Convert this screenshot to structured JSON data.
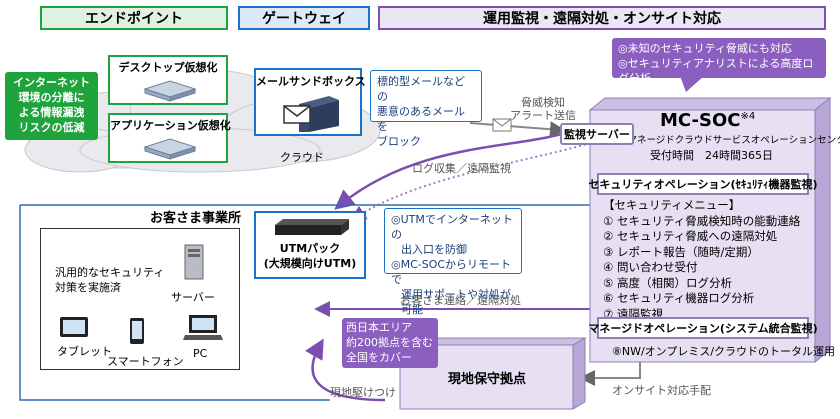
{
  "headers": {
    "endpoint": "エンドポイント",
    "gateway": "ゲートウェイ",
    "operations": "運用監視・遠隔対処・オンサイト対応"
  },
  "endpoint": {
    "desktop_virt": "デスクトップ仮想化",
    "app_virt": "アプリケーション仮想化",
    "isolation_note": [
      "インターネット",
      "環境の分離に",
      "よる情報漏洩",
      "リスクの低減"
    ]
  },
  "gateway": {
    "mail_sandbox": "メールサンドボックス",
    "mail_note": [
      "標的型メールなどの",
      "悪意のあるメールを",
      "ブロック"
    ]
  },
  "cloud_label": "クラウド",
  "threat_detect": [
    "脅威検知",
    "アラート送信"
  ],
  "log_collect": "ログ収集／遠隔監視",
  "customer_contact": "お客さま連絡／遠隔対処",
  "onsite_request": "オンサイト対応手配",
  "rush_onsite": "現地駆けつけ",
  "soc_features": [
    "◎未知のセキュリティ脅威にも対応",
    "◎セキュリティアナリストによる高度ログ分析"
  ],
  "soc": {
    "title": "MC-SOC",
    "note_mark": "※4",
    "subtitle": "（マネージドクラウドサービスオペレーションセンタ）",
    "hours": "受付時間　24時間365日",
    "monitor_server": "監視サーバー",
    "sec_ops": "セキュリティオペレーション(ｾｷｭﾘﾃｨ機器監視)",
    "menu_title": "【セキュリティメニュー】",
    "menu": [
      "① セキュリティ脅威検知時の能動連絡",
      "② セキュリティ脅威への遠隔対処",
      "③ レポート報告（随時/定期）",
      "④ 問い合わせ受付",
      "⑤ 高度（相関）ログ分析",
      "⑥ セキュリティ機器ログ分析",
      "⑦ 遠隔監視"
    ],
    "managed_ops": "マネージドオペレーション(システム統合監視)",
    "total_ops": "⑧NW/オンプレミス/クラウドのトータル運用"
  },
  "office": {
    "title": "お客さま事業所",
    "policy": [
      "汎用的なセキュリティ",
      "対策を実施済"
    ],
    "server": "サーバー",
    "tablet": "タブレット",
    "smartphone": "スマートフォン",
    "pc": "PC"
  },
  "utm": {
    "label": [
      "UTMパック",
      "(大規模向けUTM)"
    ],
    "note": [
      "◎UTMでインターネットの",
      "出入口を防御",
      "◎MC-SOCからリモートで",
      "運用サポートや対処が可能"
    ]
  },
  "west_note": [
    "西日本エリア",
    "約200拠点を含む",
    "全国をカバー"
  ],
  "local_base": "現地保守拠点",
  "colors": {
    "green": "#1fa33c",
    "blue": "#1a73c8",
    "purple": "#7a4fb0",
    "lavender": "#e6e0f2"
  }
}
